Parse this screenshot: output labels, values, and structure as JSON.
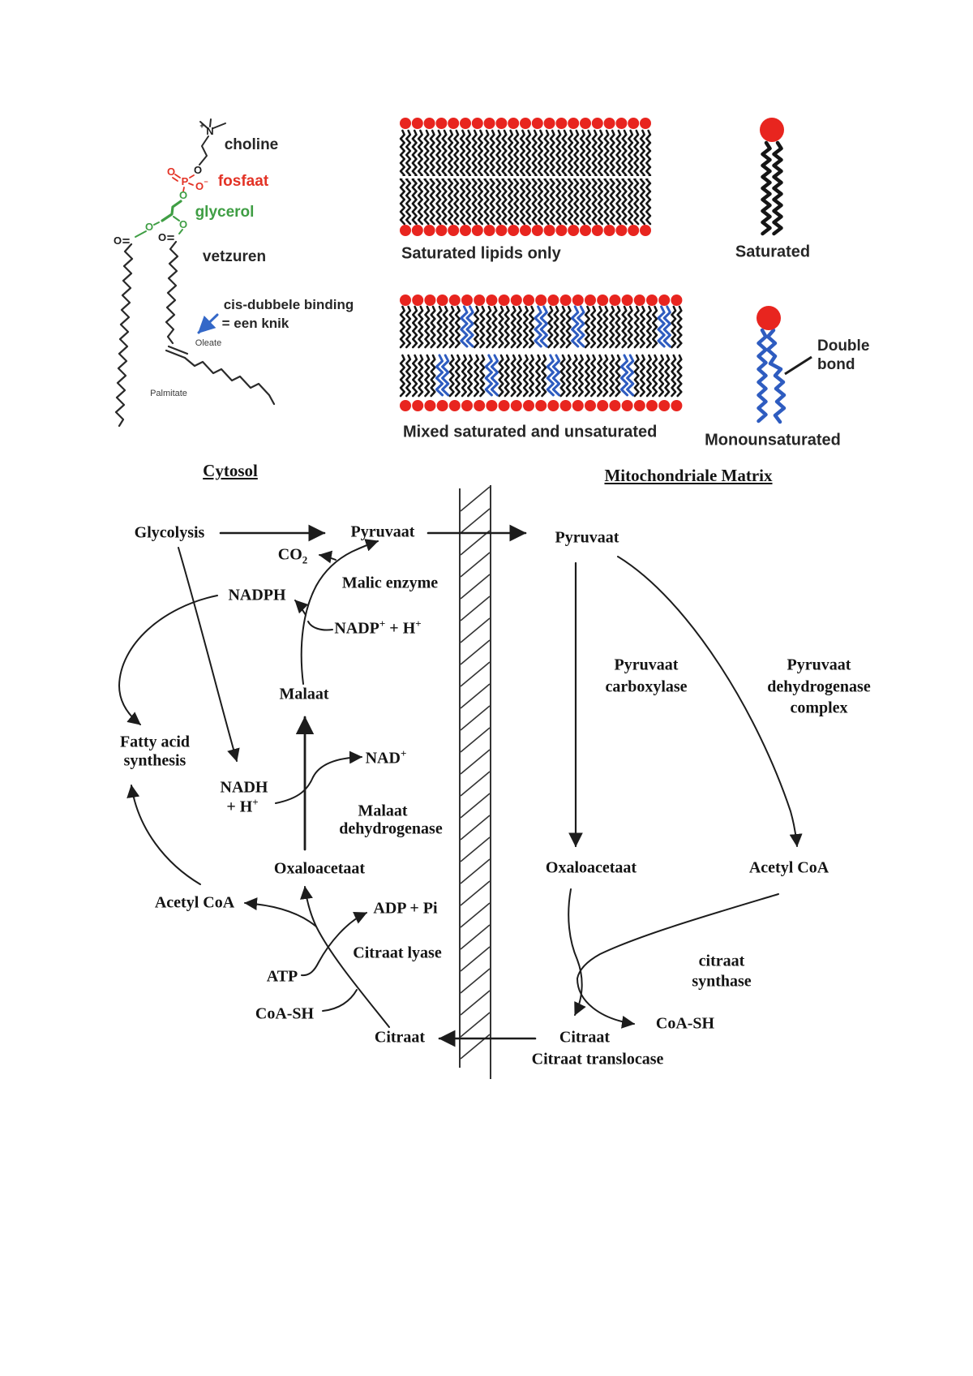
{
  "colors": {
    "head_red": "#e8251f",
    "tail_black": "#151515",
    "unsaturated_blue": "#2e5cc0",
    "fosfaat_red": "#e33225",
    "glycerol_green": "#3f9e44",
    "arrow_blue": "#3468c8",
    "line_dark": "#1c1c1c"
  },
  "phospholipid": {
    "atoms": {
      "n": "N",
      "plus": "+",
      "o": "O",
      "minus": "−",
      "p": "P"
    },
    "labels": {
      "choline": "choline",
      "fosfaat": "fosfaat",
      "glycerol": "glycerol",
      "vetzuren": "vetzuren",
      "cis_double_line1": "cis-dubbele binding",
      "cis_double_line2": "= een knik",
      "oleate": "Oleate",
      "palmitate": "Palmitate"
    }
  },
  "membranes": {
    "saturated_caption": "Saturated lipids only",
    "mixed_caption": "Mixed saturated and unsaturated"
  },
  "legend": {
    "saturated": "Saturated",
    "double_bond_line1": "Double",
    "double_bond_line2": "bond",
    "monounsaturated": "Monounsaturated"
  },
  "pathway": {
    "cytosol": "Cytosol",
    "matrix": "Mitochondriale Matrix",
    "glycolysis": "Glycolysis",
    "pyruvaat_left": "Pyruvaat",
    "pyruvaat_right": "Pyruvaat",
    "co2": {
      "base": "CO",
      "sub": "2"
    },
    "malic_enzyme": "Malic enzyme",
    "nadph": "NADPH",
    "nadp": {
      "base": "NADP",
      "sup1": "+",
      "mid": " + H",
      "sup2": "+"
    },
    "malaat": "Malaat",
    "fatty_line1": "Fatty acid",
    "fatty_line2": "synthesis",
    "nad": {
      "base": "NAD",
      "sup": "+"
    },
    "nadh_line1": "NADH",
    "nadh_line2": {
      "base": "+ H",
      "sup": "+"
    },
    "mdh_line1": "Malaat",
    "mdh_line2": "dehydrogenase",
    "oxaloacetaat_left": "Oxaloacetaat",
    "acetyl_left": "Acetyl CoA",
    "adp_pi": "ADP + Pi",
    "citraat_lyase": "Citraat lyase",
    "atp": "ATP",
    "coash_left": "CoA-SH",
    "citraat_left": "Citraat",
    "pc_line1": "Pyruvaat",
    "pc_line2": "carboxylase",
    "pdc_line1": "Pyruvaat",
    "pdc_line2": "dehydrogenase",
    "pdc_line3": "complex",
    "oxaloacetaat_right": "Oxaloacetaat",
    "acetyl_right": "Acetyl CoA",
    "cs_line1": "citraat",
    "cs_line2": "synthase",
    "coash_right": "CoA-SH",
    "citraat_right": "Citraat",
    "citraat_translocase": "Citraat translocase"
  }
}
